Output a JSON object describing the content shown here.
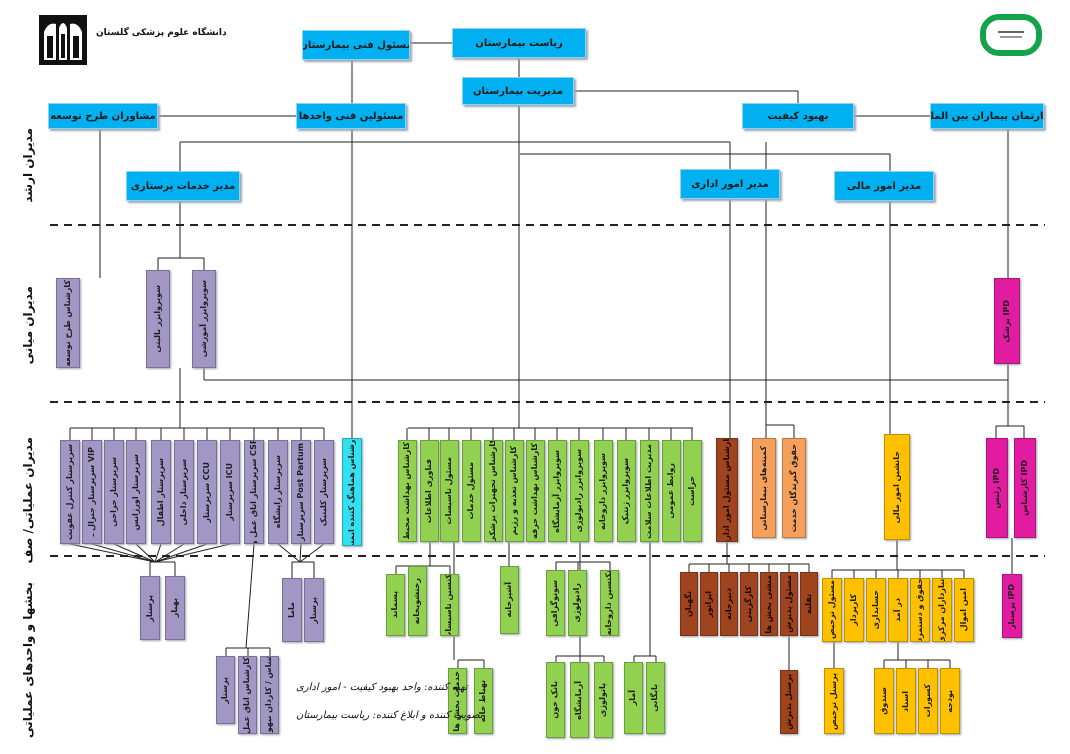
{
  "header": {
    "org_name": "دانشگاه علوم پزشکی گلستان",
    "logo_left": "university-emblem",
    "logo_right": "hospital-logo"
  },
  "tiers": [
    "مدیران ارشد",
    "مدیران میانی",
    "مدیران عملیاتی/ صف",
    "بخشها و واحدهای عملیاتی"
  ],
  "top_boxes": {
    "riasat": "ریاست بیمارستان",
    "masool_fani": "مسئول فنی بیمارستان",
    "modiriat": "مدیریت بیمارستان",
    "moshaveran": "مشاوران طرح توسعه",
    "masoolin_fani": "مسئولین فنی واحدها",
    "behbood": "بهبود کیفیت",
    "daftar_ipd": "دبارتمان بیماران بین الملل",
    "modir_edari": "مدیر امور اداری",
    "modir_parastari": "مدیر خدمات پرستاری",
    "modir_mali": "مدیر امور مالی"
  },
  "middle_boxes": {
    "karshenas_tarh": "کارشناس طرح توسعه",
    "supervisor_baleni": "سوپروایزر بالینی",
    "supervisor_amoozeshi": "سوپروایزر آموزشی",
    "pezeshk_ipd": "پزشک IPD"
  },
  "row3_nursing": [
    "سرپرستار کنترل عفونت",
    "سرپرستار جنرال ـ VIP",
    "سرپرستار جراحی",
    "سرپرستار اورژانس",
    "سرپرستار اطفال",
    "سرپرستار داخلی",
    "سرپرستار CCU",
    "سرپرستار ICU",
    "سرپرستار اتاق عمل و CSR",
    "سرپرستار زایشگاه",
    "سرپرستار Post Partum",
    "سرپرستار کلینیک"
  ],
  "row3_cyan": "کارشناس هماهنگ کننده ایمنی",
  "row3_green": [
    "کارشناس بهداشت محیط",
    "فناوری اطلاعات",
    "مسئول تاسیسات",
    "مسئول خدمات",
    "کارشناس تجهیزات پزشکی",
    "کارشناس تغذیه و رژیم",
    "کارشناس بهداشت حرفه",
    "سوپروایزر آزمایشگاه",
    "سوپروایزر رادیولوژی",
    "سوپروایزر داروخانه",
    "سوپروایزر ژنتیک",
    "مدیریت اطلاعات سلامت",
    "روابط عمومی",
    "حراست"
  ],
  "row3_brown": "کارشناس مسئول امور اداری",
  "row3_orange": [
    "کمیته‌های بیمارستانی",
    "حقوق گیرندگان خدمت"
  ],
  "row3_yellow": "جانشین امور مالی",
  "row3_magenta": [
    "رئیس IPD",
    "کارشناس IPD"
  ],
  "row4_purple_a": [
    "پرستار",
    "بهیار"
  ],
  "row4_purple_b": [
    "ماما",
    "پرستار"
  ],
  "row4_purple_c": [
    "پرستار",
    "کارشناس اتاق عمل",
    "کارشناس / کاردان بیهوشی"
  ],
  "row4_green_a": [
    "پسماند",
    "رختشویخانه",
    "تکنسین تاسیسات"
  ],
  "row4_green_b": [
    "آشپزخانه"
  ],
  "row4_green_c": [
    "سونوگرافی",
    "رادیولوژی"
  ],
  "row4_green_d": [
    "تکنسین داروخانه"
  ],
  "row4_green_e": [
    "خدمات بخش ها",
    "نهیاط خانه"
  ],
  "row4_green_f": [
    "بانک خون",
    "آزمایشگاه",
    "پاتولوژی"
  ],
  "row4_green_g": [
    "آمار",
    "بایگانی"
  ],
  "row4_brown": [
    "نگهبان",
    "ایراتور",
    "دبیرخانه",
    "کارگزینی",
    "منشی بخش ها",
    "مسئول پذیرش",
    "نقلیه"
  ],
  "row4_brown_extra": "پرسنل پذیرش",
  "row4_yellow": [
    "مسئول ترخیص",
    "کارپرداز",
    "حسابداری",
    "در آمد",
    "حقوق و دستمزد",
    "انبارداران مرکزی",
    "امین اموال"
  ],
  "row4_yellow_sub1": "پرسنل ترخیص",
  "row4_yellow_sub2": [
    "صندوق",
    "اسناد",
    "کسورات",
    "بودجه"
  ],
  "row4_magenta": "پرستار IPD",
  "footer_notes": {
    "prepared": "تهیه کننده:  واحد بهبود کیفیت - امور اداری",
    "approved": "تصویب کننده و ابلاغ کننده:  ریاست بیمارستان"
  },
  "colors": {
    "top": "#00b0f0",
    "purple": "#a296c4",
    "green": "#92d050",
    "brown": "#a0431f",
    "orange": "#f5a05a",
    "yellow": "#ffc000",
    "magenta": "#e21ca0",
    "cyan": "#33e0ef"
  }
}
